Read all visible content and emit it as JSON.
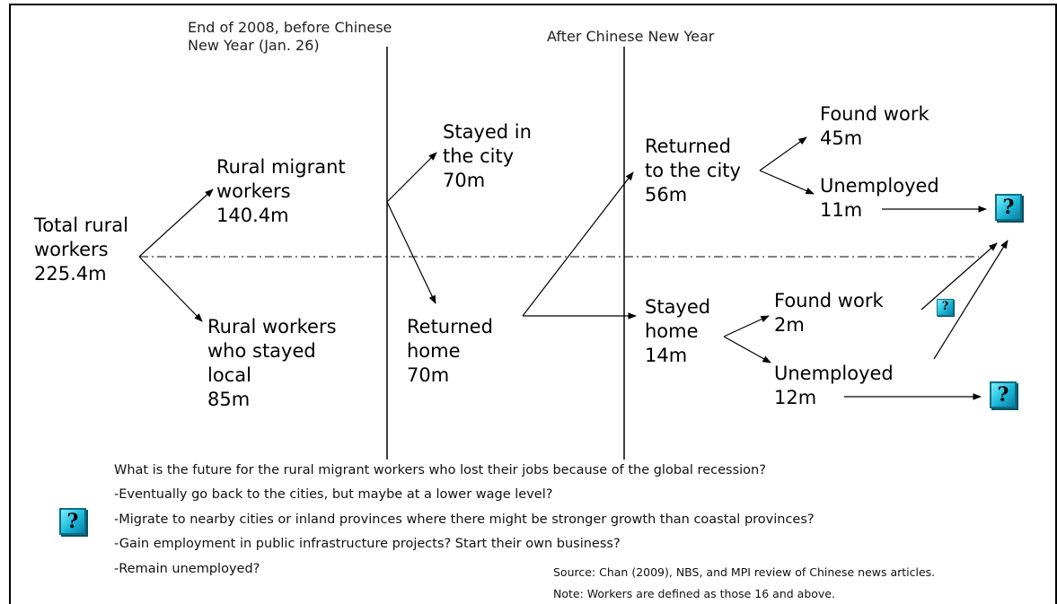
{
  "headers": {
    "before": "End of 2008, before Chinese\nNew Year (Jan. 26)",
    "after": "After Chinese New Year"
  },
  "nodes": {
    "total": "Total rural\nworkers\n225.4m",
    "migrant": "Rural migrant\nworkers\n140.4m",
    "local": "Rural workers\nwho stayed\nlocal\n85m",
    "stayed_city": "Stayed in\nthe city\n70m",
    "returned_home": "Returned\nhome\n70m",
    "returned_city": "Returned\nto the city\n56m",
    "stayed_home": "Stayed\nhome\n14m",
    "found_work_city": "Found work\n45m",
    "unemployed_city": "Unemployed\n11m",
    "found_work_home": "Found work\n2m",
    "unemployed_home": "Unemployed\n12m"
  },
  "question_icon": "?",
  "questions": [
    "What is the future for the rural migrant workers who lost their jobs because of the global recession?",
    "-Eventually go back to the cities, but maybe at a lower wage level?",
    "-Migrate to nearby cities or inland provinces where there might be stronger growth than coastal provinces?",
    "-Gain employment in public infrastructure projects? Start their own business?",
    "-Remain unemployed?"
  ],
  "source": "Source: Chan (2009), NBS, and MPI review of Chinese news articles.",
  "note": "Note: Workers are defined as those 16 and above."
}
